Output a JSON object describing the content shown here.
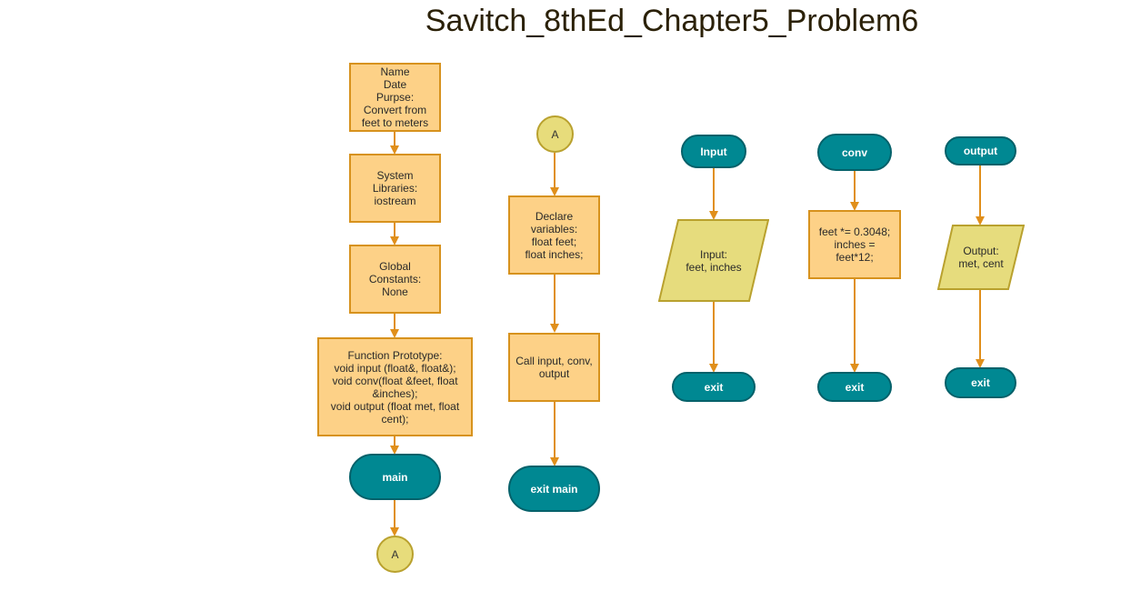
{
  "title": "Savitch_8thEd_Chapter5_Problem6",
  "colors": {
    "process_fill": "#fdd187",
    "process_border": "#d7921d",
    "terminal_fill": "#008892",
    "terminal_border": "#05616a",
    "connector_fill": "#e7dc7b",
    "io_fill": "#e6dc7d",
    "arrow": "#e08f1b"
  },
  "column1": {
    "header": "Name\nDate\nPurpse:\nConvert from\nfeet to meters",
    "libraries": "System\nLibraries:\niostream",
    "constants": "Global\nConstants:\nNone",
    "prototypes": "Function Prototype:\nvoid input (float&, float&);\nvoid conv(float &feet, float\n&inches);\nvoid output (float met, float\ncent);",
    "main": "main",
    "connector": "A"
  },
  "column2": {
    "connector": "A",
    "declare": "Declare\nvariables:\nfloat feet;\nfloat inches;",
    "call": "Call input, conv,\noutput",
    "exit": "exit main"
  },
  "input_fn": {
    "start": "Input",
    "io": "Input:\nfeet, inches",
    "exit": "exit"
  },
  "conv_fn": {
    "start": "conv",
    "process": "feet *= 0.3048;\ninches =\nfeet*12;",
    "exit": "exit"
  },
  "output_fn": {
    "start": "output",
    "io": "Output:\nmet, cent",
    "exit": "exit"
  }
}
